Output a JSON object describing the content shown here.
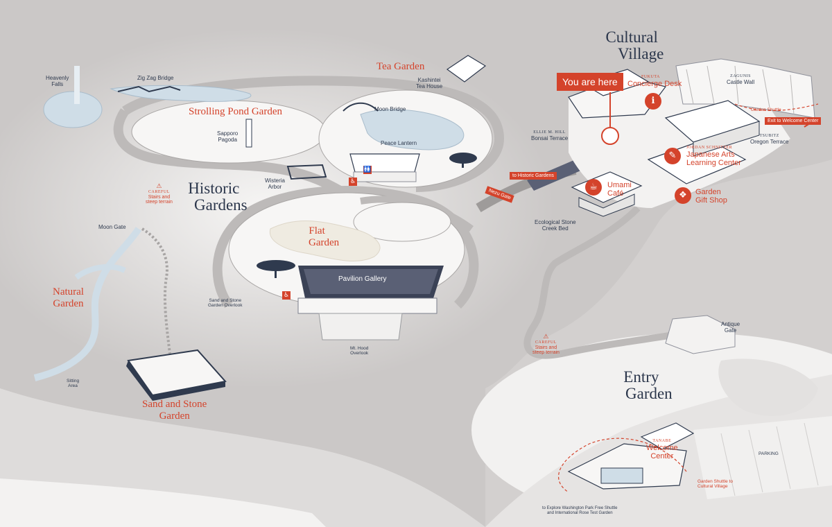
{
  "areas": {
    "historic_gardens": [
      "Historic",
      "Gardens"
    ],
    "cultural_village": [
      "Cultural",
      "Village"
    ],
    "entry_garden": [
      "Entry",
      "Garden"
    ]
  },
  "gardens": {
    "tea_garden": "Tea Garden",
    "strolling_pond_garden": "Strolling Pond Garden",
    "flat_garden": [
      "Flat",
      "Garden"
    ],
    "natural_garden": [
      "Natural",
      "Garden"
    ],
    "sand_stone_garden": [
      "Sand and Stone",
      "Garden"
    ]
  },
  "landmarks": {
    "heavenly_falls": [
      "Heavenly",
      "Falls"
    ],
    "zig_zag_bridge": "Zig Zag Bridge",
    "kashintei": [
      "Kashintei",
      "Tea House"
    ],
    "moon_bridge": "Moon Bridge",
    "sapporo_pagoda": [
      "Sapporo",
      "Pagoda"
    ],
    "peace_lantern": "Peace Lantern",
    "wisteria_arbor": [
      "Wisteria",
      "Arbor"
    ],
    "moon_gate": "Moon Gate",
    "sand_stone_overlook": [
      "Sand and Stone",
      "Garden Overlook"
    ],
    "mt_hood_overlook": [
      "Mt. Hood",
      "Overlook"
    ],
    "sitting_area": [
      "Sitting",
      "Area"
    ],
    "ecological_creek": [
      "Ecological Stone",
      "Creek Bed"
    ],
    "bonsai_terrace_caps": "ELLIE M. HILL",
    "bonsai_terrace": "Bonsai Terrace",
    "oregon_terrace_caps": "TSUBITZ",
    "oregon_terrace": "Oregon Terrace",
    "castle_wall_caps": "ZAGUNIS",
    "castle_wall": "Castle Wall",
    "antique_gate": [
      "Antique",
      "Gate"
    ],
    "parking": "PARKING"
  },
  "facilities": {
    "pavilion_gallery": "Pavilion Gallery",
    "umami_cafe": [
      "Umami",
      "Café"
    ],
    "concierge_caps": "FUKUTA",
    "concierge_desk": "Concierge Desk",
    "learning_center_caps": "JORDAN SCHNITZER",
    "learning_center": [
      "Japanese Arts",
      "Learning Center"
    ],
    "gift_shop": [
      "Garden",
      "Gift Shop"
    ],
    "welcome_caps": "TANABE",
    "welcome_center": [
      "Welcome",
      "Center"
    ]
  },
  "markers": {
    "you_are_here": "You are here",
    "to_historic_gardens": "to Historic Gardens",
    "nezu_gate": "Nezu Gate",
    "exit_welcome": "Exit to Welcome Center",
    "garden_shuttle": "Garden Shuttle",
    "garden_shuttle_cultural": [
      "Garden Shuttle to",
      "Cultural Village"
    ],
    "explore_shuttle": [
      "to Explore Washington Park Free Shuttle",
      "and International Rose Test Garden"
    ]
  },
  "warnings": {
    "careful": "CAREFUL",
    "steep": [
      "Stairs and",
      "steep terrain"
    ]
  },
  "icons": {
    "restroom": "restroom-icon",
    "accessible": "wheelchair-icon",
    "concierge": "info-icon",
    "learning": "brush-icon",
    "cafe": "cup-icon",
    "gift": "gift-icon",
    "warning": "warning-icon"
  },
  "colors": {
    "accent": "#d4432b",
    "ink": "#2b364b",
    "terrain": "#c9c6c5",
    "path": "#bfbcbb",
    "water": "#cfdde7"
  }
}
